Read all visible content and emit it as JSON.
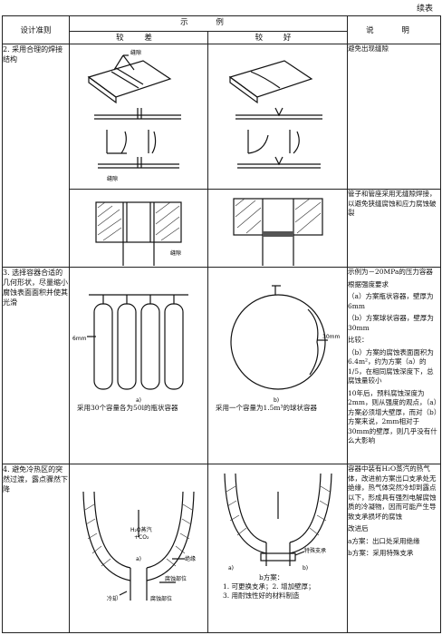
{
  "continued": "续表",
  "headers": {
    "criterion": "设计准则",
    "examples": "示 例",
    "worse": "较 差",
    "better": "较 好",
    "notes": "说 明"
  },
  "rows": [
    {
      "criterion": "2. 采用合理的焊接结构",
      "worse_labels": [
        "缝隙",
        "缝隙"
      ],
      "notes_a": "避免出现缝隙",
      "notes_b": "管子和管座采用无缝隙焊接，以避免狭缝腐蚀和应力腐蚀破裂"
    },
    {
      "criterion": "3. 选择容器合适的几何形状，尽量缩小腐蚀表面面积并使其光滑",
      "worse_label": "6mm",
      "better_label": "30mm",
      "worse_fig": "a)",
      "better_fig": "b)",
      "worse_caption": "采用30个容量各为50l的瓶状容器",
      "better_caption": "采用一个容量为1.5m³的球状容器",
      "notes": [
        "示例为－20MPa的压力容器",
        "根据强度要求",
        "（a）方案瓶状容器，壁厚为6mm",
        "（b）方案球状容器，壁厚为30mm",
        "比较：",
        "（b）方案的腐蚀表面面积为6.4m²，约为方案（a）的1/5，在相同腐蚀深度下，总腐蚀量较小",
        "10年后，预料腐蚀深度为2mm，则从强度的观点，（a）方案必须增大壁厚，而对（b）方案来说，2mm相对于30mm的壁厚，则几乎没有什么大影响"
      ]
    },
    {
      "criterion": "4. 避免冷热区的突然过渡，露点骤然下降",
      "worse_labels": [
        "H₂O蒸汽",
        "+CO₂",
        "绝缘",
        "腐蚀部位",
        "冷却",
        "腐蚀部位"
      ],
      "better_labels": [
        "特殊支承"
      ],
      "worse_fig": "a)",
      "better_fig": "b)",
      "better_caption": [
        "b方案：",
        "1. 可更换支承；2. 增加壁厚；",
        "3. 用耐蚀性好的材料制造"
      ],
      "better_fig_labels": [
        "a)",
        "b)"
      ],
      "notes": [
        "容器中装有H₂O蒸汽的热气体，改进前方案出口支承处无绝缘，热气体突然冷却到露点以下，形成具有强烈电解腐蚀质的冷凝物，因而可能产生导致支承损坏的腐蚀",
        "改进后",
        "a方案：出口处采用绝缘",
        "b方案：采用特殊支承"
      ]
    }
  ]
}
